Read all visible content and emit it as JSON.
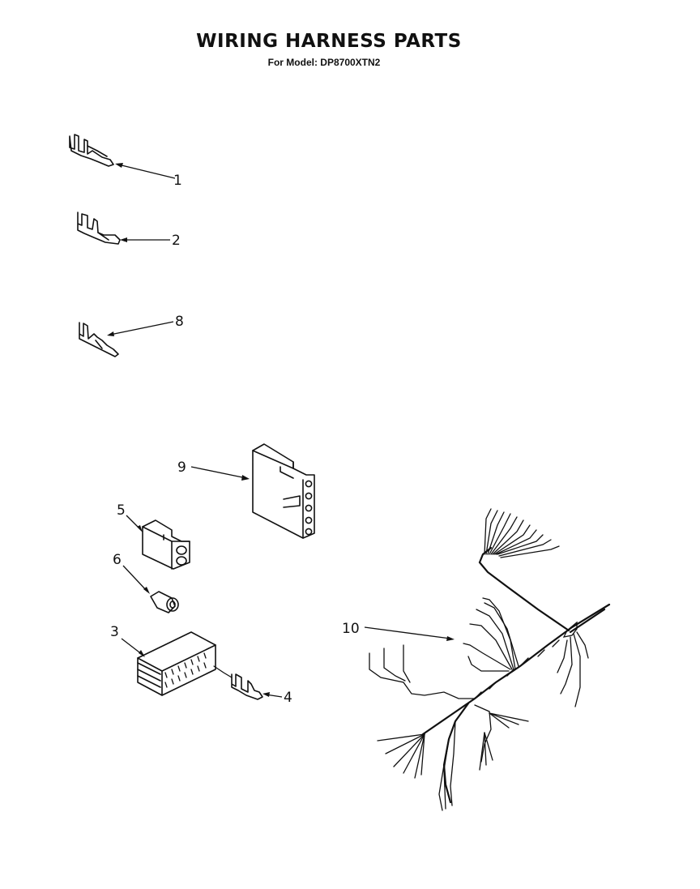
{
  "title": "WIRING HARNESS PARTS",
  "subtitle": "For Model: DP8700XTN2",
  "callouts": {
    "c1": "1",
    "c2": "2",
    "c3": "3",
    "c4": "4",
    "c5": "5",
    "c6": "6",
    "c8": "8",
    "c9": "9",
    "c10": "10"
  }
}
